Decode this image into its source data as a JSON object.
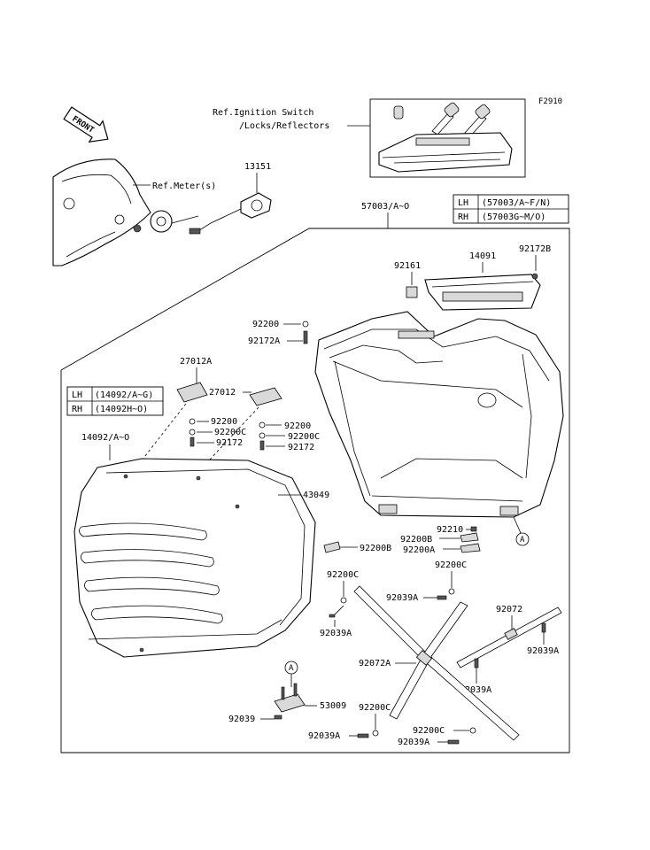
{
  "figure_code": "F2910",
  "front_arrow": "FRONT",
  "references": {
    "ignition_line1": "Ref.Ignition Switch",
    "ignition_line2": "/Locks/Reflectors",
    "meter": "Ref.Meter(s)"
  },
  "tables": {
    "case_table": [
      {
        "side": "LH",
        "code": "(57003/A~F/N)"
      },
      {
        "side": "RH",
        "code": "(57003G~M/O)"
      }
    ],
    "lid_table": [
      {
        "side": "LH",
        "code": "(14092/A~G)"
      },
      {
        "side": "RH",
        "code": "(14092H~O)"
      }
    ]
  },
  "parts": {
    "p13151": "13151",
    "p57003": "57003/A~O",
    "p92161": "92161",
    "p14091": "14091",
    "p92172B": "92172B",
    "p92200_top": "92200",
    "p92172A": "92172A",
    "p27012A": "27012A",
    "p27012": "27012",
    "p92200_l1": "92200",
    "p92200C_l1": "92200C",
    "p92172_l1": "92172",
    "p92200_r1": "92200",
    "p92200C_r1": "92200C",
    "p92172_r1": "92172",
    "p14092": "14092/A~O",
    "p43049": "43049",
    "p92200B_lid": "92200B",
    "p92210": "92210",
    "p92200B_case": "92200B",
    "p92200A_case": "92200A",
    "p92200C_a": "92200C",
    "p92039A_a": "92039A",
    "p92200C_b": "92200C",
    "p92039A_b": "92039A",
    "p92072": "92072",
    "p92039A_c": "92039A",
    "p92072A": "92072A",
    "p92039A_d": "92039A",
    "p53009": "53009",
    "p92039": "92039",
    "p92200C_c": "92200C",
    "p92039A_e": "92039A",
    "p92200C_d": "92200C",
    "p92039A_f": "92039A"
  },
  "callout_A": "A"
}
